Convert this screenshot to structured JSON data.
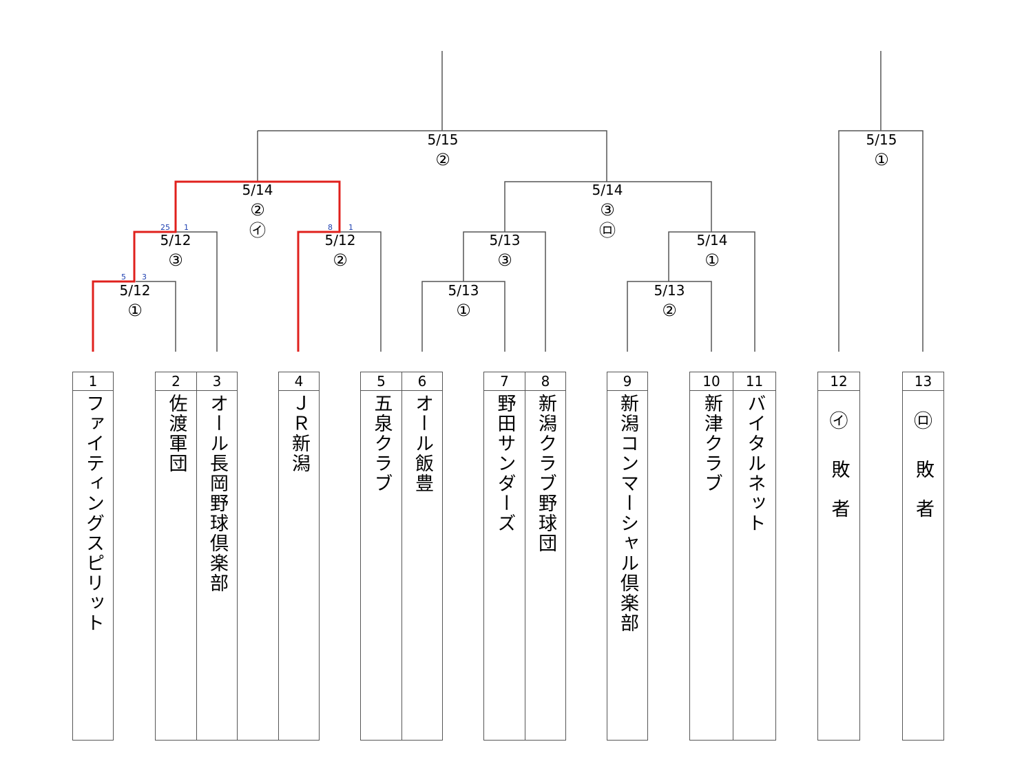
{
  "rounds": {
    "r1_12_1": {
      "date": "5/12",
      "num": "①"
    },
    "r1_12_2": {
      "date": "5/12",
      "num": "②"
    },
    "r1_12_3": {
      "date": "5/12",
      "num": "③"
    },
    "r1_13_1": {
      "date": "5/13",
      "num": "①"
    },
    "r1_13_2": {
      "date": "5/13",
      "num": "②"
    },
    "r1_13_3": {
      "date": "5/13",
      "num": "③"
    },
    "r2_14_1": {
      "date": "5/14",
      "num": "①"
    },
    "r2_14_2": {
      "date": "5/14",
      "num": "②",
      "mark": "㋑"
    },
    "r2_14_3": {
      "date": "5/14",
      "num": "③",
      "mark": "㋺"
    },
    "final_15_2": {
      "date": "5/15",
      "num": "②"
    },
    "third_15_1": {
      "date": "5/15",
      "num": "①"
    }
  },
  "scores": {
    "m1_left": "5",
    "m1_right": "3",
    "m3_left": "25",
    "m3_right": "1",
    "m2_left": "8",
    "m2_right": "1"
  },
  "teams": [
    {
      "seed": "1",
      "name": "ファイティングスピリット"
    },
    {
      "seed": "2",
      "name": "佐渡軍団"
    },
    {
      "seed": "3",
      "name": "オール長岡野球倶楽部"
    },
    {
      "seed": "4",
      "name": "ＪＲ新潟"
    },
    {
      "seed": "5",
      "name": "五泉クラブ"
    },
    {
      "seed": "6",
      "name": "オール飯豊"
    },
    {
      "seed": "7",
      "name": "野田サンダーズ"
    },
    {
      "seed": "8",
      "name": "新潟クラブ野球団"
    },
    {
      "seed": "9",
      "name": "新潟コンマーシャル倶楽部"
    },
    {
      "seed": "10",
      "name": "新津クラブ"
    },
    {
      "seed": "11",
      "name": "バイタルネット"
    },
    {
      "seed": "12",
      "mark": "㋑",
      "text": "敗者"
    },
    {
      "seed": "13",
      "mark": "㋺",
      "text": "敗者"
    }
  ],
  "colors": {
    "line": "#555555",
    "winner": "#e0201c",
    "score": "#1e3fb0"
  }
}
